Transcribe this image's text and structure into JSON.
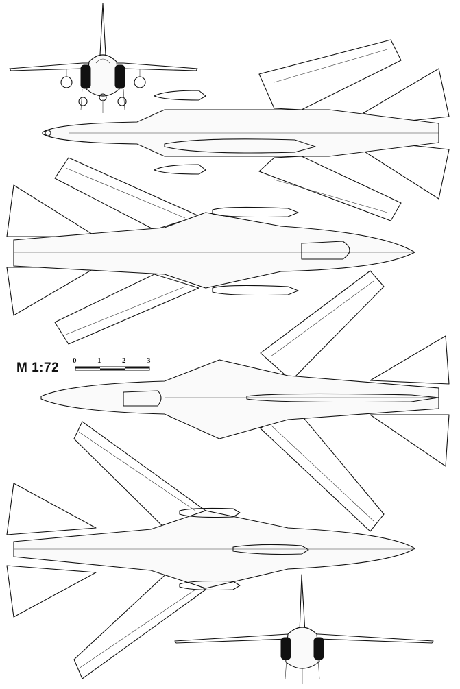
{
  "scale": {
    "label": "M 1:72",
    "ticks": [
      "0",
      "1",
      "2",
      "3"
    ]
  }
}
